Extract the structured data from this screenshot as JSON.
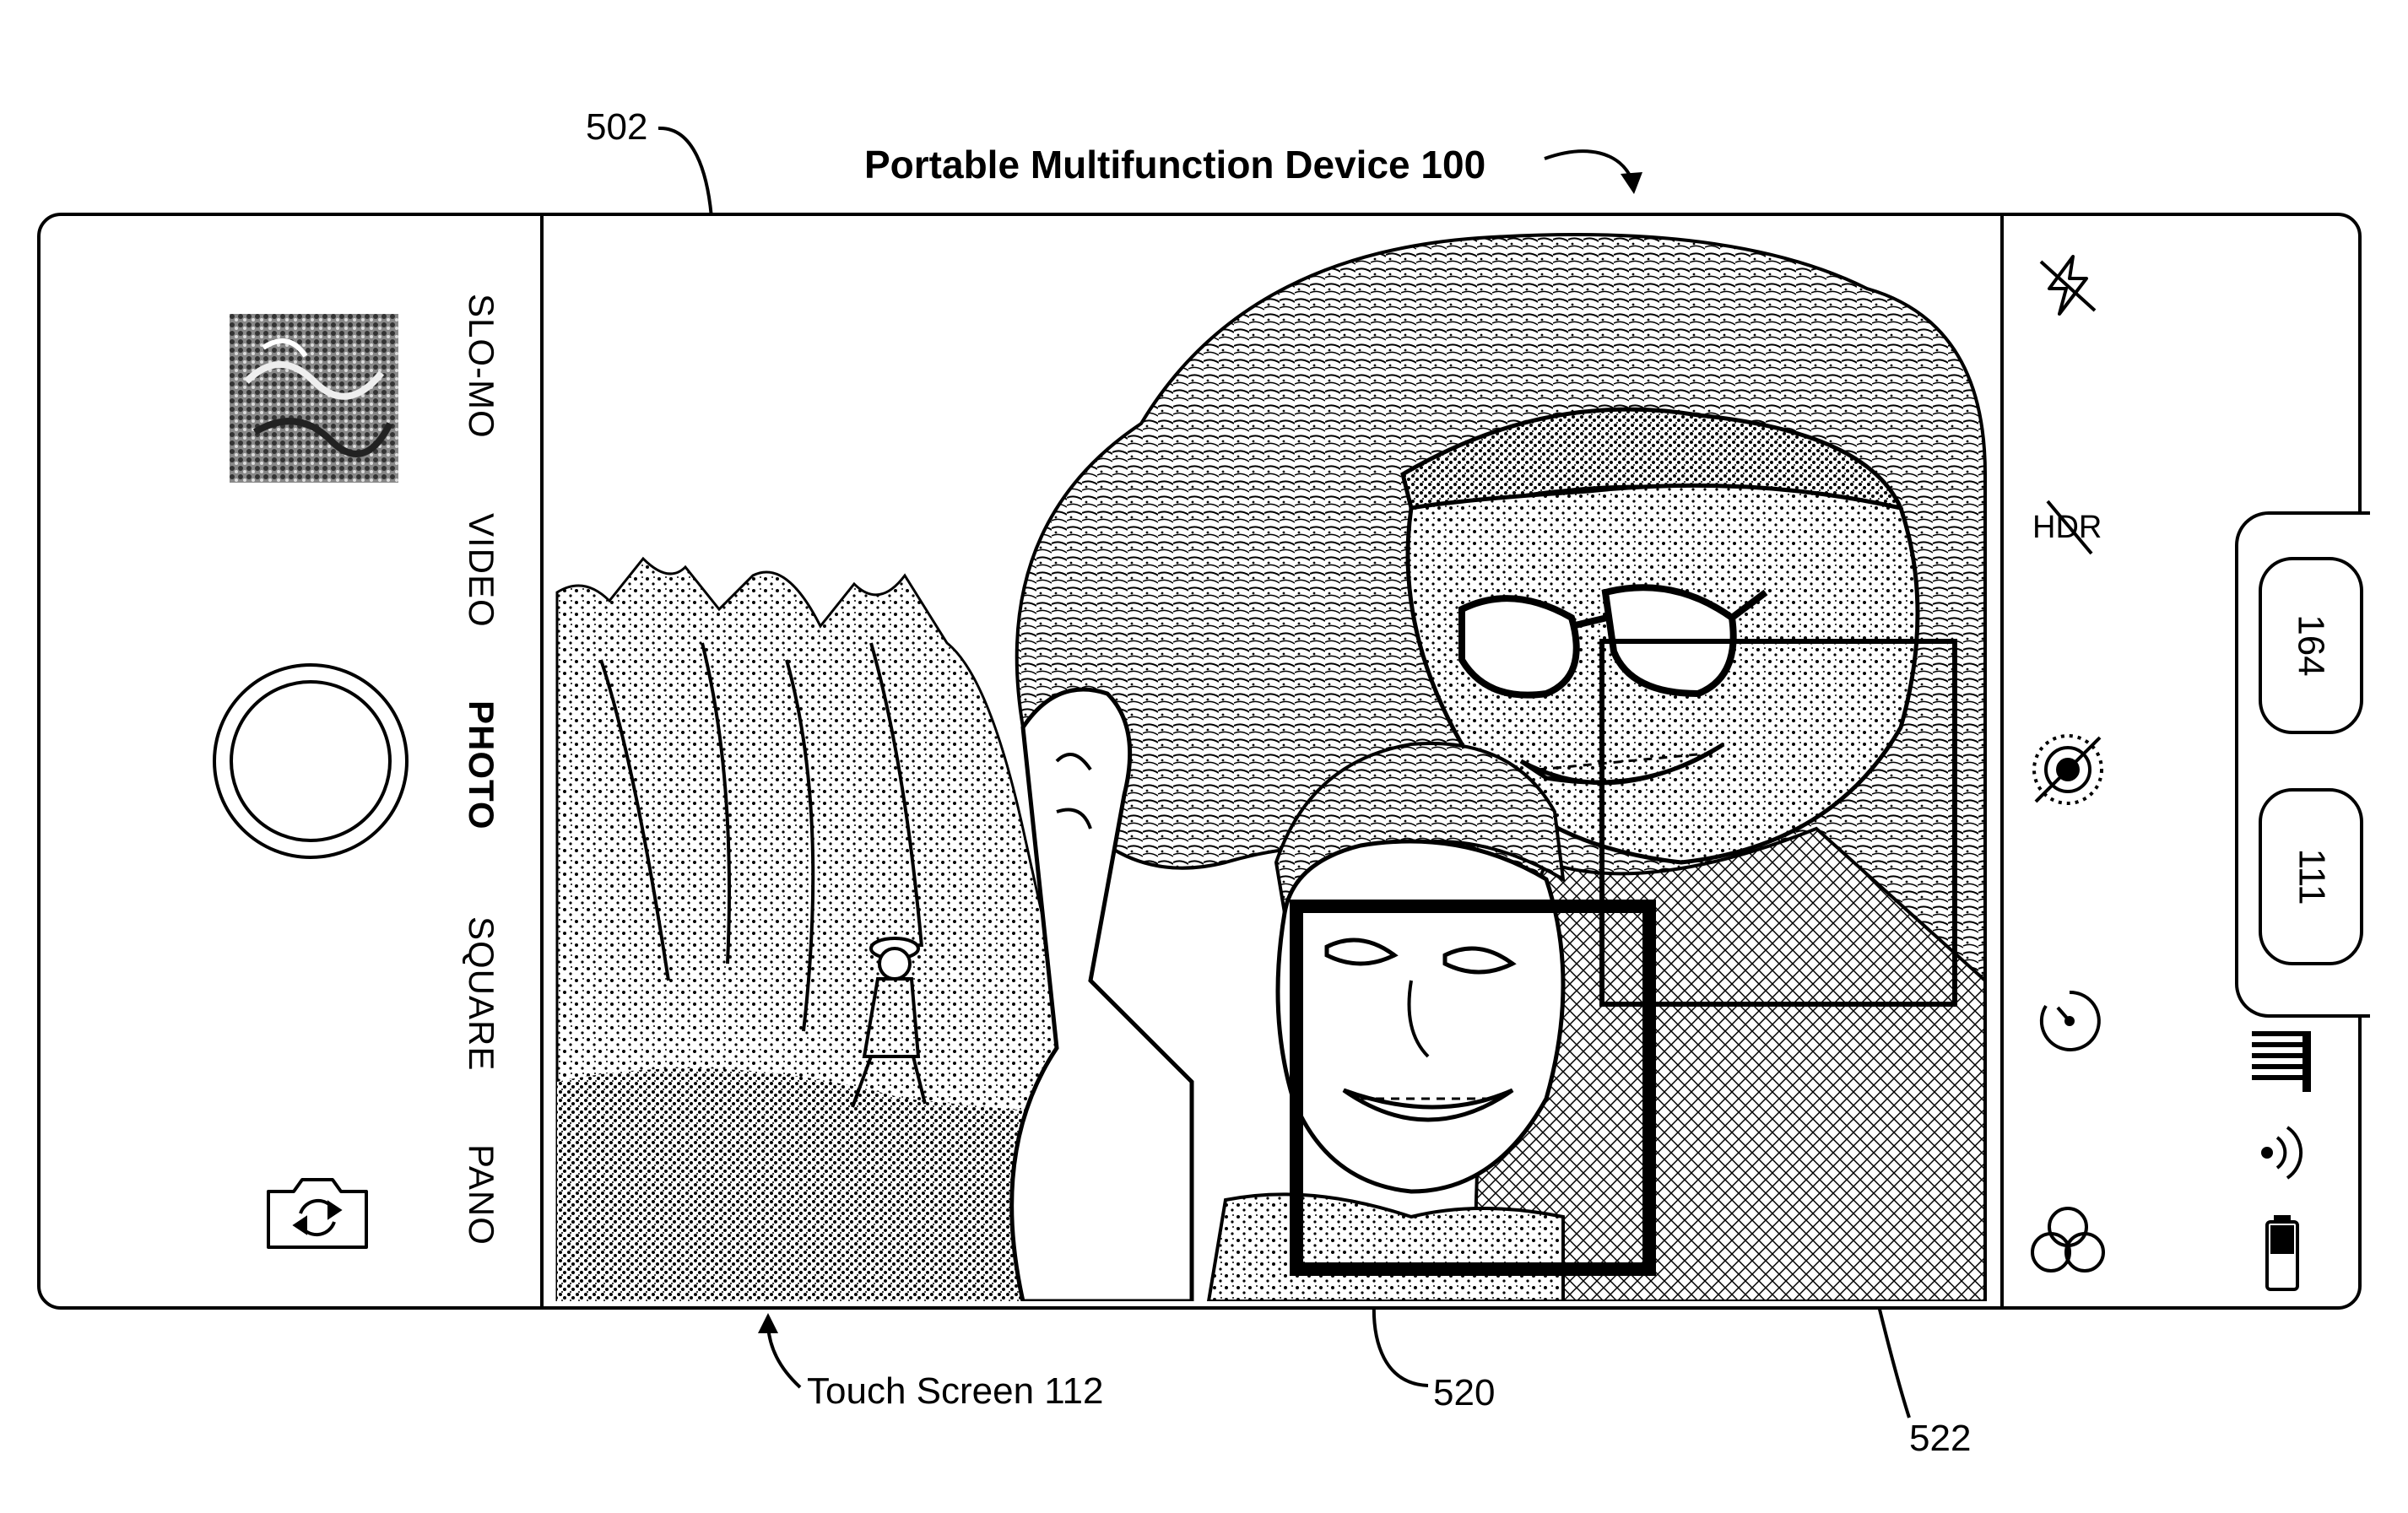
{
  "annotations": {
    "device_title": "Portable Multifunction Device 100",
    "ref_502": "502",
    "touch_screen": "Touch Screen 112",
    "ref_520": "520",
    "ref_522": "522"
  },
  "camera_modes": [
    {
      "label": "SLO-MO",
      "selected": false
    },
    {
      "label": "VIDEO",
      "selected": false
    },
    {
      "label": "PHOTO",
      "selected": true
    },
    {
      "label": "SQUARE",
      "selected": false
    },
    {
      "label": "PANO",
      "selected": false
    }
  ],
  "right_toolbar": {
    "flash_icon": "flash-off-icon",
    "hdr_label": "HDR",
    "live_photo_icon": "live-photo-off-icon",
    "timer_icon": "timer-icon",
    "filters_icon": "filters-icon"
  },
  "side_panel": {
    "pill_top": "164",
    "pill_bottom": "111",
    "icons": [
      "signal-bars-icon",
      "wifi-icon",
      "battery-icon"
    ]
  },
  "left_toolbar": {
    "thumbnail_icon": "photo-thumbnail",
    "shutter_icon": "shutter-button",
    "switch_camera_icon": "switch-camera-icon"
  }
}
